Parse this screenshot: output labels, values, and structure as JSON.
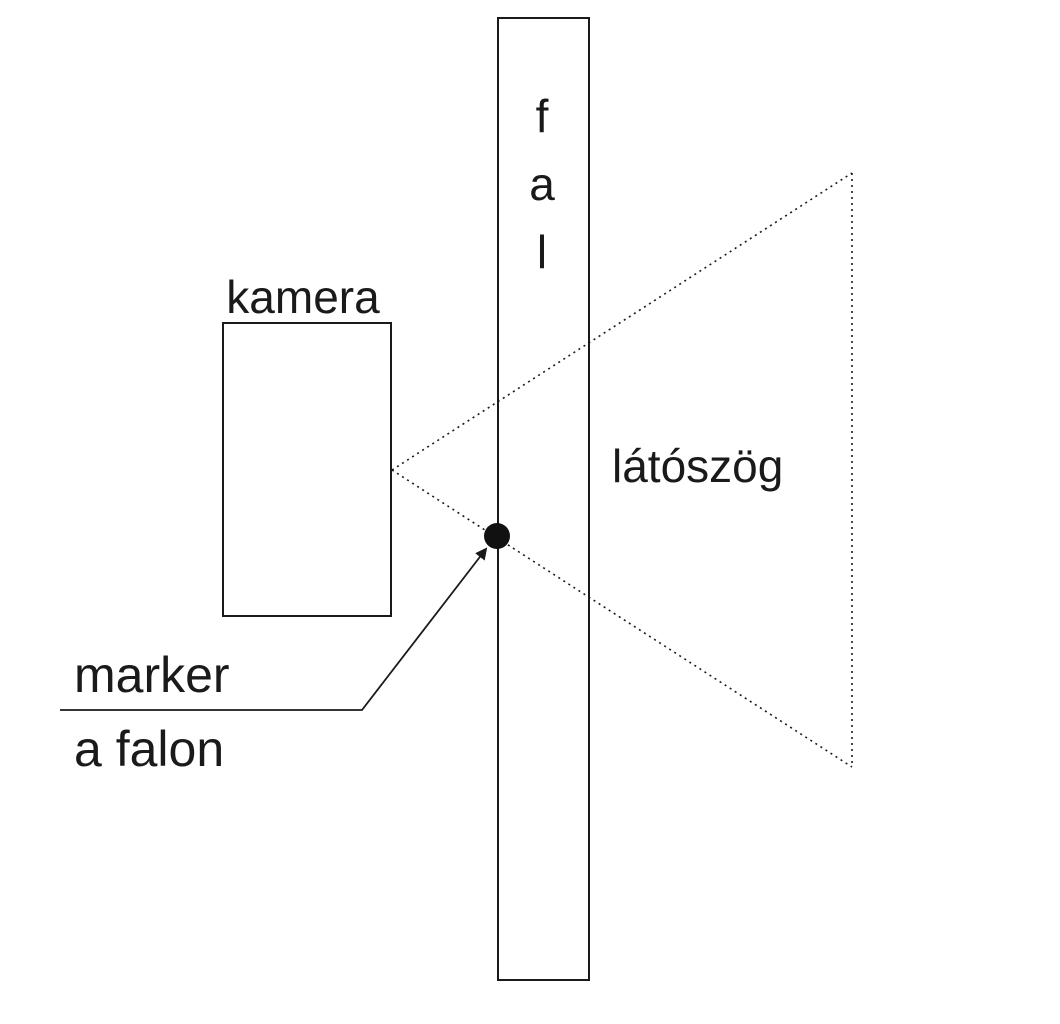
{
  "labels": {
    "camera": "kamera",
    "wall_letters": [
      "f",
      "a",
      "l"
    ],
    "field_of_view": "látószög",
    "marker_line1": "marker",
    "marker_line2": "a falon"
  },
  "colors": {
    "stroke": "#1a1a1a",
    "background": "#ffffff"
  }
}
